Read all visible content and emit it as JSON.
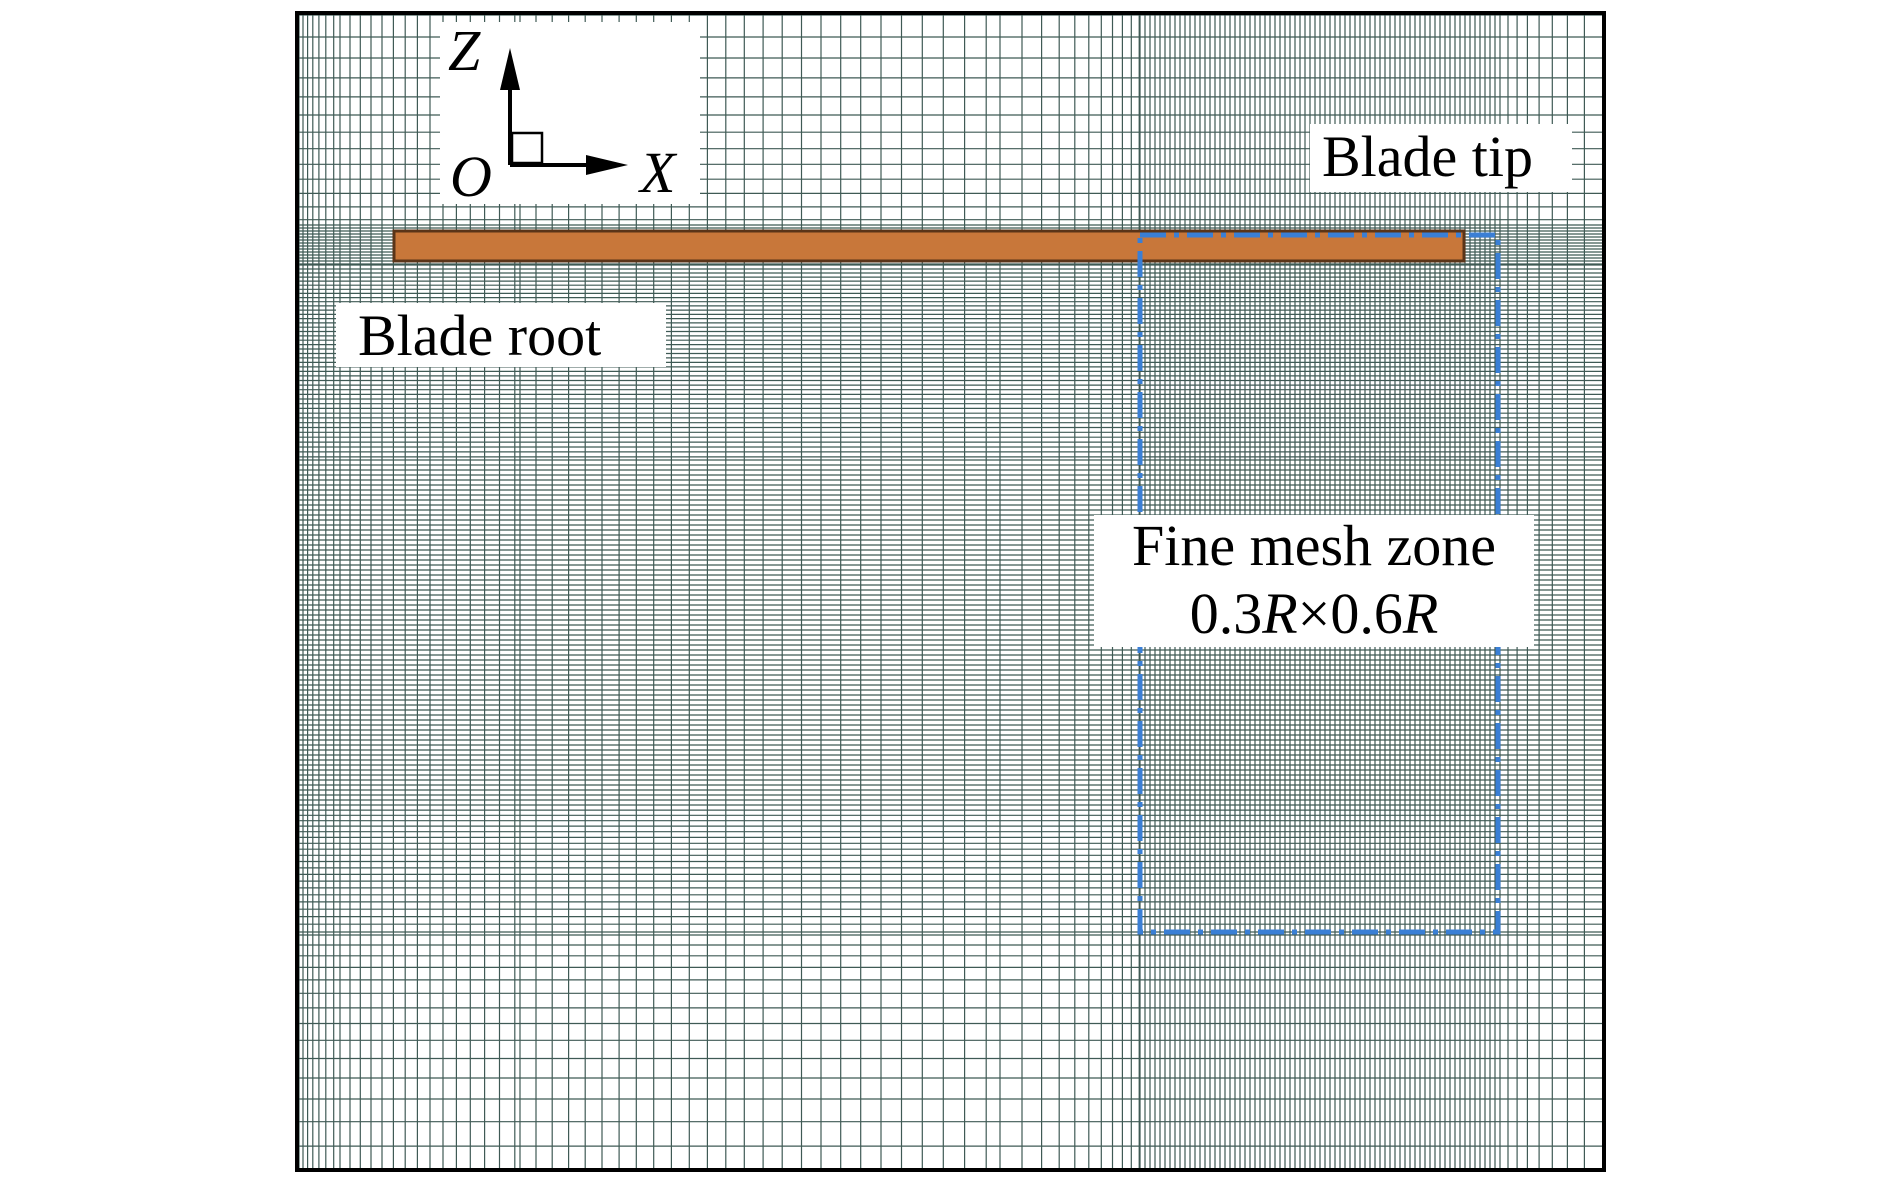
{
  "figure": {
    "axes": {
      "vertical_label": "Z",
      "horizontal_label": "X",
      "origin_label": "O"
    },
    "labels": {
      "blade_tip": "Blade tip",
      "blade_root": "Blade root",
      "fine_mesh_line1": "Fine mesh zone",
      "fine_mesh_line2_a": "0.3",
      "fine_mesh_line2_b": "R",
      "fine_mesh_line2_c": "×0.6",
      "fine_mesh_line2_d": "R"
    },
    "colors": {
      "mesh_line": "#3f5a55",
      "blade_fill": "#c8773a",
      "blade_stroke": "#5a3418",
      "zone_outline": "#3a7fd5",
      "frame": "#000000"
    }
  }
}
